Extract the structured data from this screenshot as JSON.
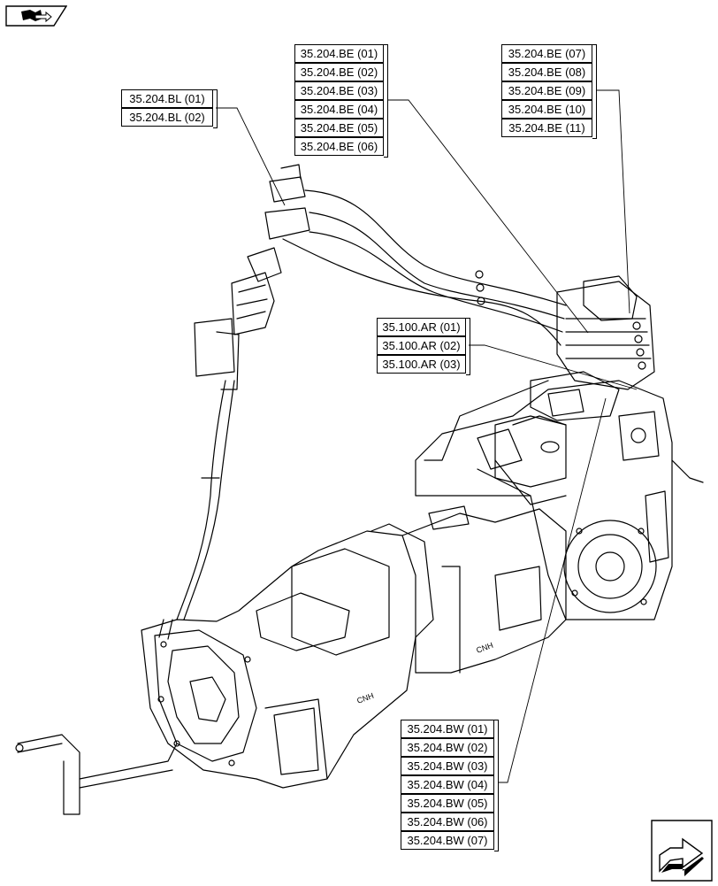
{
  "references": {
    "bl": [
      "35.204.BL (01)",
      "35.204.BL (02)"
    ],
    "be_left": [
      "35.204.BE (01)",
      "35.204.BE (02)",
      "35.204.BE (03)",
      "35.204.BE (04)",
      "35.204.BE (05)",
      "35.204.BE (06)"
    ],
    "be_right": [
      "35.204.BE (07)",
      "35.204.BE (08)",
      "35.204.BE (09)",
      "35.204.BE (10)",
      "35.204.BE (11)"
    ],
    "ar": [
      "35.100.AR (01)",
      "35.100.AR (02)",
      "35.100.AR (03)"
    ],
    "bw": [
      "35.204.BW (01)",
      "35.204.BW (02)",
      "35.204.BW (03)",
      "35.204.BW (04)",
      "35.204.BW (05)",
      "35.204.BW (06)",
      "35.204.BW (07)"
    ]
  },
  "icons": {
    "top_left": "book-arrow-icon",
    "bottom_right": "next-page-arrow-icon"
  }
}
